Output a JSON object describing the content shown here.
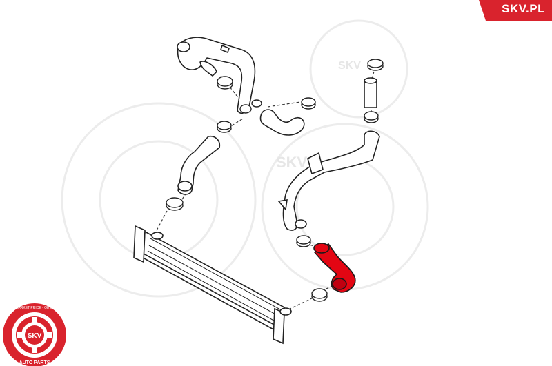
{
  "brand": {
    "name": "SKV.PL",
    "accent_color": "#d9232d",
    "watermark_text": "SKV",
    "logo_ring_text_top": "AFTERMARKET PRICE · OE QUALITY",
    "logo_ring_text_bottom": "AUTO PARTS",
    "logo_center_text": "SKV"
  },
  "diagram": {
    "highlighted_part": "red-intercooler-hose",
    "highlight_color": "#e30613",
    "line_color": "#222222"
  }
}
